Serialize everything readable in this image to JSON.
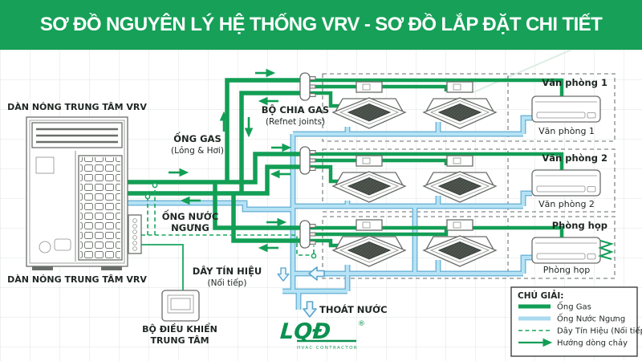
{
  "header": {
    "title": "SƠ ĐỒ NGUYÊN LÝ HỆ THỐNG VRV - SƠ ĐỒ LẮP ĐẶT CHI TIẾT"
  },
  "outdoor_unit": {
    "label_top": "DÀN NÓNG TRUNG TÂM VRV",
    "label_bottom": "DÀN NÓNG TRUNG TÂM VRV"
  },
  "controller": {
    "label_line1": "BỘ ĐIỀU KHIỂN",
    "label_line2": "TRUNG TÂM"
  },
  "labels": {
    "gas_line1": "ỐNG GAS",
    "gas_line2": "(Lỏng & Hơi)",
    "condensate_line1": "ỐNG NƯỚC",
    "condensate_line2": "NGƯNG",
    "refnet_line1": "BỘ CHIA GAS",
    "refnet_line2": "(Refnet joints)",
    "signal_line1": "DÂY TÍN HIỆU",
    "signal_line2": "(Nối tiếp)",
    "drain": "THOÁT NƯỚC"
  },
  "rooms": [
    {
      "name": "Văn phòng 1",
      "wall_unit_label": "Văn phòng 1"
    },
    {
      "name": "Văn phòng 2",
      "wall_unit_label": "Văn phòng 2"
    },
    {
      "name": "Phòng họp",
      "wall_unit_label": "Phòng họp"
    }
  ],
  "legend": {
    "title": "CHÚ GIẢI:",
    "items": [
      {
        "label": "Ống Gas",
        "swatch": "gas-line"
      },
      {
        "label": "Ống Nước Ngưng",
        "swatch": "water-line"
      },
      {
        "label": "Dây Tín Hiệu (Nối tiếp)",
        "swatch": "signal-dashed"
      },
      {
        "label": "Hướng dòng chảy",
        "swatch": "flow-arrow"
      }
    ]
  },
  "logo": {
    "text": "LQĐ",
    "registered": "®",
    "caption": "HVAC CONTRACTOR"
  },
  "colors": {
    "header_bg": "#16A058",
    "gas_pipe": "#129E55",
    "condensate_pipe": "#A9DAEF",
    "signal_wire": "#17A75F",
    "outline_gray": "#6A6E6A",
    "text": "#1E2622"
  }
}
